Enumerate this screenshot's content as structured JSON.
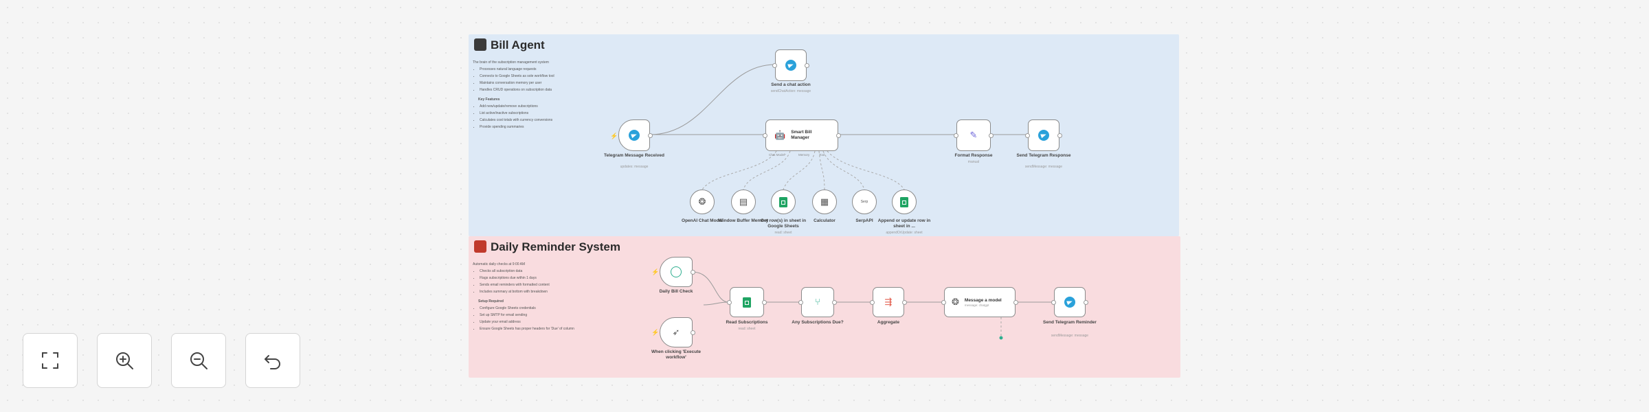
{
  "bill_agent": {
    "title": "Bill Agent",
    "intro": "The brain of the subscription management system",
    "bullets": [
      "Processes natural language requests",
      "Connects to Google Sheets as sole workflow tool",
      "Maintains conversation memory per user",
      "Handles CRUD operations on subscription data"
    ],
    "features_heading": "Key Features",
    "features": [
      "Add new/update/remove subscriptions",
      "List active/inactive subscriptions",
      "Calculates cost totals with currency conversions",
      "Provide spending summaries"
    ]
  },
  "daily_reminder": {
    "title": "Daily Reminder System",
    "intro": "Automatic daily checks at 9:00 AM",
    "bullets": [
      "Checks all subscription data",
      "Flags subscriptions due within 1 days",
      "Sends email reminders with formatted content",
      "Includes summary at bottom with breakdown"
    ],
    "setup_heading": "Setup Required",
    "setup": [
      "Configure Google Sheets credentials",
      "Set up SMTP for email sending",
      "Update your email address",
      "Ensure Google Sheets has proper headers for 'Due' of column"
    ]
  },
  "nodes": {
    "send_chat_action": {
      "label": "Send a chat action",
      "sub": "sendChatAction: message"
    },
    "telegram_trigger": {
      "label": "Telegram Message Received",
      "sub": "updates: message"
    },
    "smart_bill": {
      "label": "Smart Bill Manager"
    },
    "format_response": {
      "label": "Format Response",
      "sub": "manual"
    },
    "send_telegram_response": {
      "label": "Send Telegram Response",
      "sub": "sendMessage: message"
    },
    "openai_chat": {
      "label": "OpenAI Chat Model"
    },
    "window_buffer": {
      "label": "Window Buffer Memory"
    },
    "get_rows": {
      "label": "Get row(s) in sheet in Google Sheets",
      "sub": "read: sheet"
    },
    "calculator": {
      "label": "Calculator"
    },
    "serpapi": {
      "label": "SerpAPI",
      "icon_text": "Serp"
    },
    "append_update": {
      "label": "Append or update row in sheet in ...",
      "sub": "appendOrUpdate: sheet"
    },
    "daily_bill_check": {
      "label": "Daily Bill Check"
    },
    "when_clicking": {
      "label": "When clicking 'Execute workflow'"
    },
    "read_subs": {
      "label": "Read Subscriptions",
      "sub": "read: sheet"
    },
    "any_due": {
      "label": "Any Subscriptions Due?"
    },
    "aggregate": {
      "label": "Aggregate"
    },
    "message_model": {
      "label": "Message a model",
      "sub": "message: chatgpt"
    },
    "send_telegram_reminder": {
      "label": "Send Telegram Reminder",
      "sub": "sendMessage: message"
    }
  },
  "connection_labels": {
    "chat_model": "Chat Model*",
    "memory": "Memory",
    "tool": "Tool"
  },
  "controls": {
    "fit": "fit-view-icon",
    "zoom_in": "zoom-in-icon",
    "zoom_out": "zoom-out-icon",
    "reset": "reset-zoom-icon"
  },
  "colors": {
    "sticky_blue": "#dde9f6",
    "sticky_pink": "#f9dcdf",
    "telegram": "#2aa1da",
    "sheets": "#1fa463",
    "clock": "#2eae8f",
    "filter_red": "#e25b4b"
  }
}
